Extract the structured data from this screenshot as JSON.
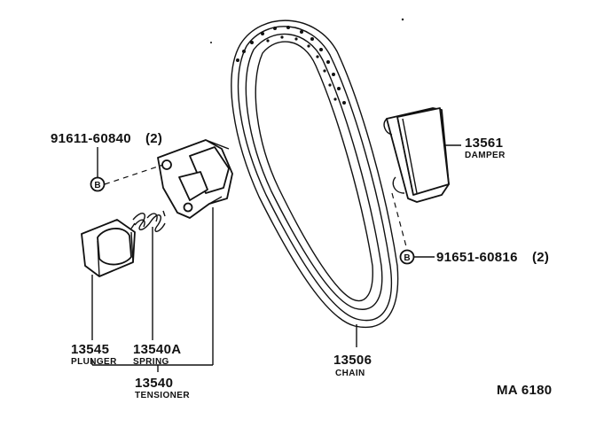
{
  "parts": {
    "bolt_tensioner": {
      "number": "91611-60840",
      "qty": "(2)",
      "ref": "B"
    },
    "bolt_damper": {
      "number": "91651-60816",
      "qty": "(2)",
      "ref": "B"
    },
    "damper": {
      "number": "13561",
      "name": "DAMPER"
    },
    "chain": {
      "number": "13506",
      "name": "CHAIN"
    },
    "plunger": {
      "number": "13545",
      "name": "PLUNGER"
    },
    "spring": {
      "number": "13540A",
      "name": "SPRING"
    },
    "tensioner": {
      "number": "13540",
      "name": "TENSIONER"
    }
  },
  "diagram_code": "MA 6180"
}
